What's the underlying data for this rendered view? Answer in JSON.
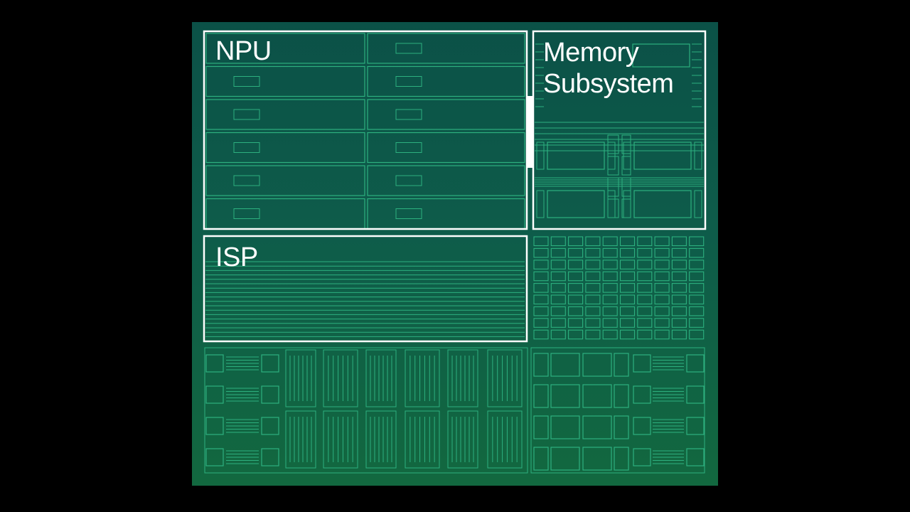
{
  "diagram": {
    "blocks": [
      {
        "id": "npu",
        "label": "NPU"
      },
      {
        "id": "memory",
        "label_lines": [
          "Memory",
          "Subsystem"
        ]
      },
      {
        "id": "isp",
        "label": "ISP"
      }
    ],
    "colors": {
      "background": "#000000",
      "die_top": "#0b5147",
      "die_bottom": "#12683f",
      "trace": "#2db07f",
      "highlight": "#ffffff"
    }
  }
}
